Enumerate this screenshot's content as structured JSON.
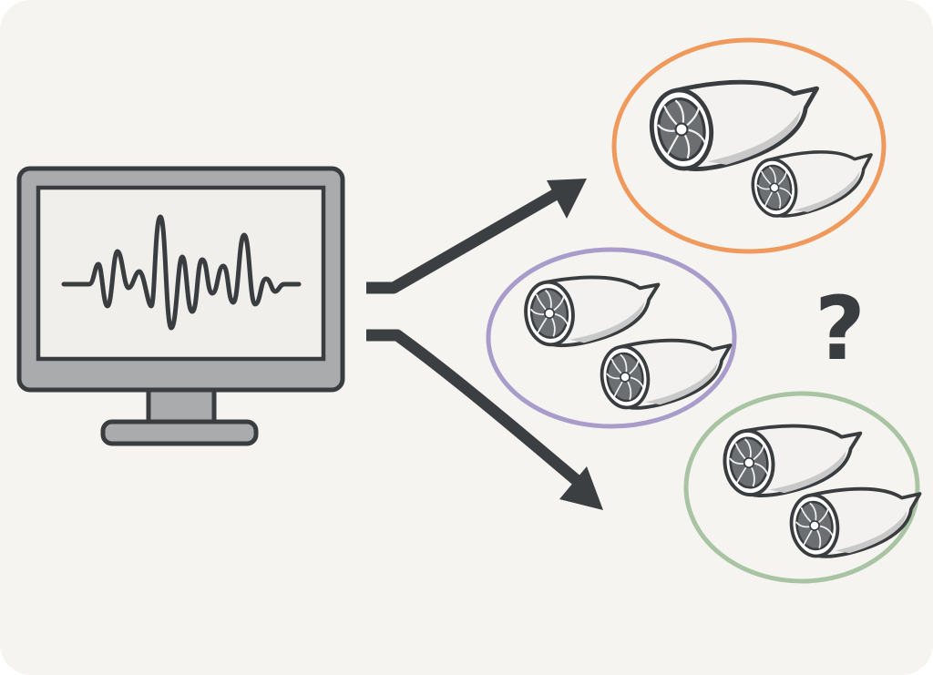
{
  "background": "#f6f4f1",
  "monitor": {
    "icon": "monitor-with-waveform",
    "bezel_color": "#a9abad",
    "screen_color": "#f1efec",
    "outline_color": "#3a3d40"
  },
  "arrows": {
    "color": "#3c3f42",
    "targets": [
      "cluster-orange",
      "cluster-purple-and-green"
    ]
  },
  "clusters": [
    {
      "id": "orange",
      "color": "#ef9a5c",
      "engine_count": 2
    },
    {
      "id": "purple",
      "color": "#a99ccb",
      "engine_count": 2
    },
    {
      "id": "green",
      "color": "#a8c4a2",
      "engine_count": 2
    }
  ],
  "engine": {
    "icon": "jet-engine",
    "body_color": "#f3f2f0",
    "shadow_color": "#c9c9c9",
    "fan_color": "#6c6f72"
  },
  "question": {
    "text": "?",
    "color": "#3a3d40"
  }
}
